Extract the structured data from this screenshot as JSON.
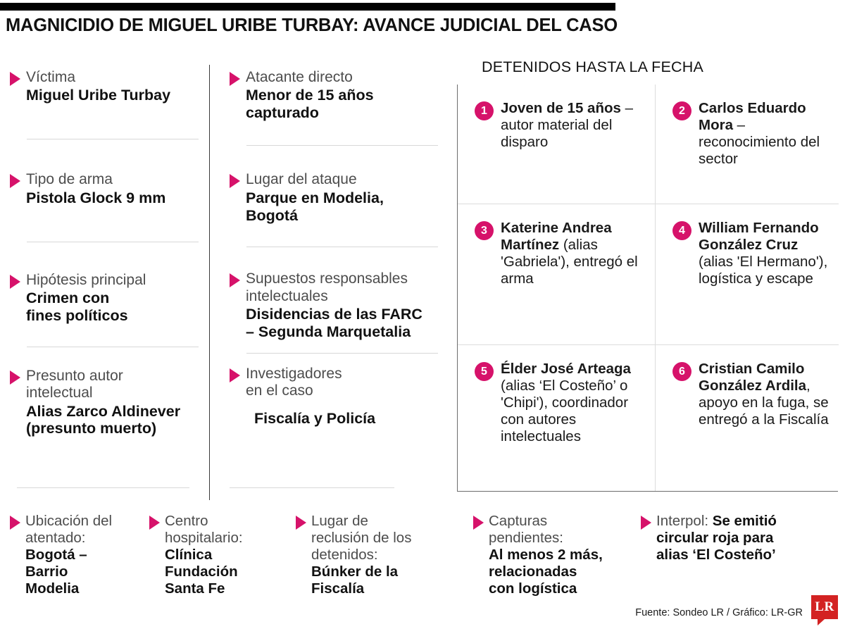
{
  "header": {
    "title": "MAGNICIDIO DE MIGUEL URIBE TURBAY: AVANCE JUDICIAL DEL CASO"
  },
  "accent_color": "#d6126a",
  "logo_color": "#d32222",
  "columns": {
    "left": [
      {
        "label": "Víctima",
        "value": "Miguel Uribe Turbay"
      },
      {
        "label": "Tipo de arma",
        "value": "Pistola Glock 9 mm"
      },
      {
        "label": "Hipótesis principal",
        "value": "Crimen con\nfines políticos"
      },
      {
        "label": "Presunto autor\nintelectual",
        "value": "Alias Zarco Aldinever\n(presunto muerto)"
      }
    ],
    "middle": [
      {
        "label": "Atacante directo",
        "value": "Menor de 15 años\ncapturado"
      },
      {
        "label": "Lugar del ataque",
        "value": "Parque en Modelia,\nBogotá"
      },
      {
        "label": "Supuestos responsables\nintelectuales",
        "value": "Disidencias de las FARC\n– Segunda Marquetalia"
      },
      {
        "label": "Investigadores\nen el caso",
        "value": "Fiscalía y Policía",
        "indent": true
      }
    ]
  },
  "detainees_panel": {
    "title": "DETENIDOS HASTA LA FECHA",
    "items": [
      {
        "number": "1",
        "name": "Joven de 15 años",
        "detail": " – autor material del disparo"
      },
      {
        "number": "2",
        "name": "Carlos Eduardo Mora",
        "detail": " – reconocimiento del sector"
      },
      {
        "number": "3",
        "name": "Katerine Andrea Martínez",
        "detail": " (alias 'Gabriela'), entregó el arma"
      },
      {
        "number": "4",
        "name": "William Fernando González Cruz",
        "detail": " (alias 'El Hermano'), logística y escape"
      },
      {
        "number": "5",
        "name": "Élder José Arteaga",
        "detail": " (alias ‘El Costeño’ o 'Chipi'), coordinador con autores intelectuales"
      },
      {
        "number": "6",
        "name": "Cristian Camilo González Ardila",
        "detail": ", apoyo en la fuga, se entregó a la Fiscalía"
      }
    ]
  },
  "bottom_items": [
    {
      "label": "Ubicación del\natentado:",
      "value": "Bogotá –\nBarrio\nModelia"
    },
    {
      "label": "Centro\nhospitalario:",
      "value": "Clínica\nFundación\nSanta Fe"
    },
    {
      "label": "Lugar de\nreclusión de los\ndetenidos:",
      "value": "Búnker de la\nFiscalía"
    },
    {
      "label": "Capturas\npendientes:",
      "value": "Al menos 2 más,\nrelacionadas\ncon logística"
    },
    {
      "label": "Interpol: ",
      "value": "Se emitió\ncircular roja para\nalias ‘El Costeño’",
      "inline": true
    }
  ],
  "footer": {
    "source": "Fuente: Sondeo LR / Gráfico: LR-GR",
    "logo_text": "LR"
  }
}
